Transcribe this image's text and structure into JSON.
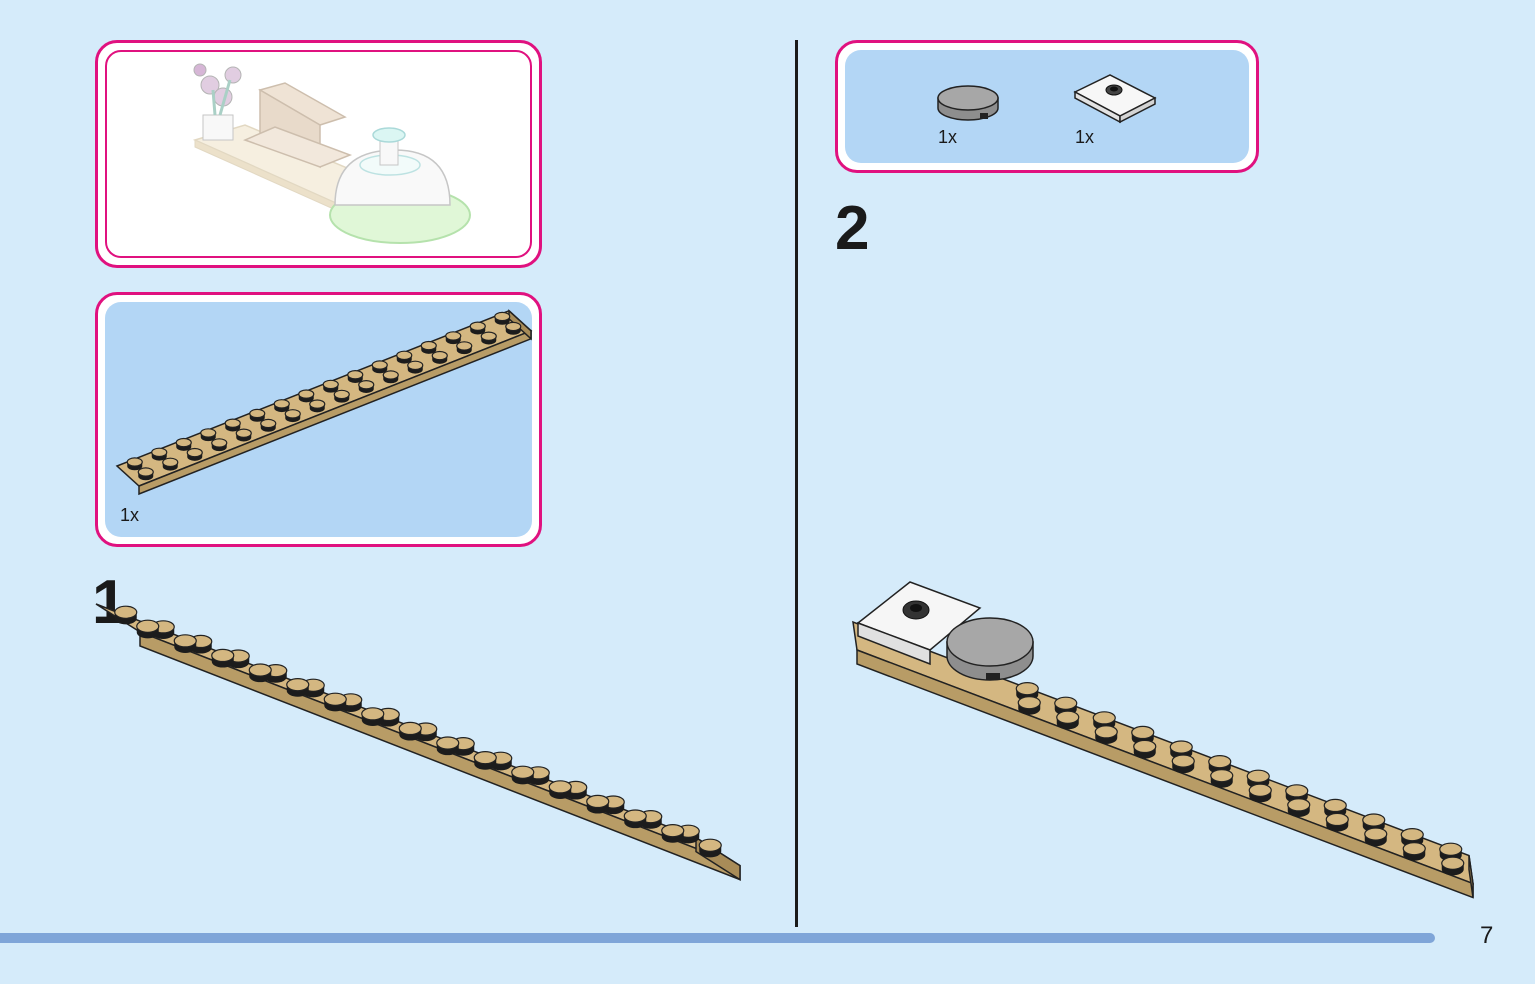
{
  "preview_panel": {},
  "parts_panel_1": {
    "qty": "1x"
  },
  "step_1": {
    "number": "1"
  },
  "parts_panel_2": {
    "qty_round_tile": "1x",
    "qty_jumper_plate": "1x"
  },
  "step_2": {
    "number": "2"
  },
  "page": {
    "number": "7"
  },
  "colors": {
    "background": "#d5ebfa",
    "frame": "#e0117f",
    "parts_fill": "#b3d6f5",
    "tan": "#d4b781",
    "tan_dark": "#b89c66",
    "gray_tile": "#a7a7a7",
    "bar": "#7fa5d8"
  },
  "icons": [
    "preview-assembly-image",
    "tan-plate-2x16",
    "round-tile-gray",
    "jumper-plate-white"
  ]
}
